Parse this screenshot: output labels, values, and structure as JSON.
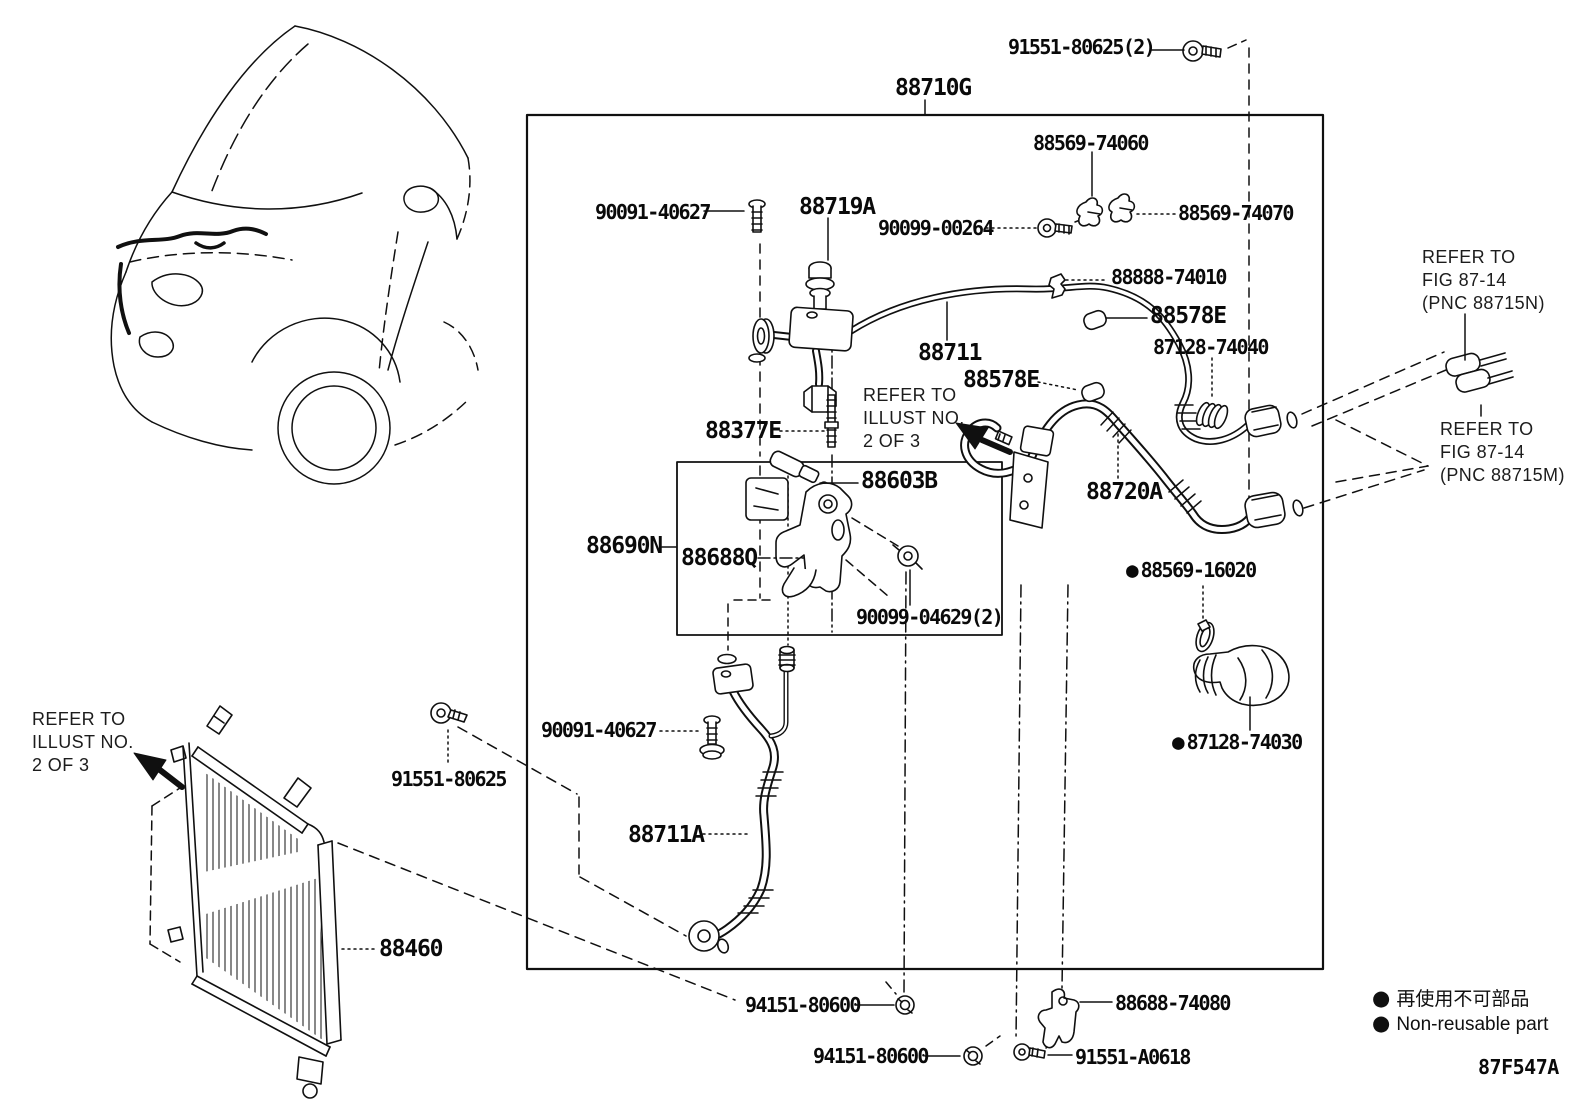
{
  "parts": {
    "n91551_80625_2": "91551-80625(2)",
    "n88710G": "88710G",
    "n88569_74060": "88569-74060",
    "n90091_40627": "90091-40627",
    "n88719A": "88719A",
    "n90099_00264": "90099-00264",
    "n88569_74070": "88569-74070",
    "n88888_74010": "88888-74010",
    "n88578E": "88578E",
    "n88711": "88711",
    "n87128_74040": "87128-74040",
    "n88377E": "88377E",
    "n88603B": "88603B",
    "n88690N": "88690N",
    "n88688Q": "88688Q",
    "n88720A": "88720A",
    "n90099_04629_2": "90099-04629(2)",
    "n88569_16020": "88569-16020",
    "n87128_74030": "87128-74030",
    "n91551_80625": "91551-80625",
    "n88711A": "88711A",
    "n88460": "88460",
    "n94151_80600": "94151-80600",
    "n88688_74080": "88688-74080",
    "n91551_A0618": "91551-A0618"
  },
  "notes": {
    "refer_illust": "REFER TO\nILLUST NO.\n2 OF 3",
    "refer_fig_n": "REFER TO\nFIG 87-14\n(PNC 88715N)",
    "refer_fig_m": "REFER TO\nFIG 87-14\n(PNC 88715M)"
  },
  "legend": {
    "bullet": "●",
    "jp": "再使用不可部品",
    "en": "Non-reusable part"
  },
  "figure": {
    "code": "87F547A"
  },
  "colors": {
    "ink": "#101010",
    "background": "#ffffff"
  }
}
